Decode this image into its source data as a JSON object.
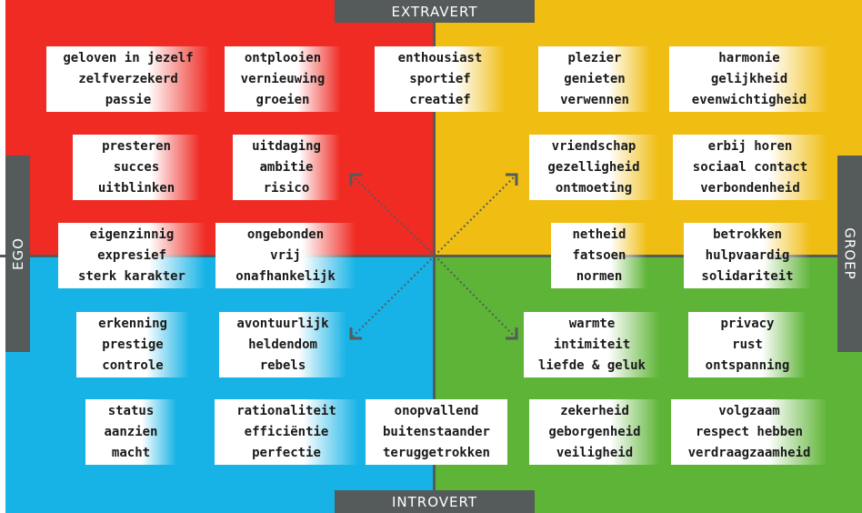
{
  "axes": {
    "top": "EXTRAVERT",
    "bottom": "INTROVERT",
    "left": "EGO",
    "right": "GROEP"
  },
  "colors": {
    "red": "#ef2b24",
    "yellow": "#f0bd12",
    "blue": "#17b3e6",
    "green": "#5db436",
    "axis": "#555a5a"
  },
  "cards": {
    "c1": [
      "geloven in jezelf",
      "zelfverzekerd",
      "passie"
    ],
    "c2": [
      "ontplooien",
      "vernieuwing",
      "groeien"
    ],
    "c3": [
      "enthousiast",
      "sportief",
      "creatief"
    ],
    "c4": [
      "plezier",
      "genieten",
      "verwennen"
    ],
    "c5": [
      "harmonie",
      "gelijkheid",
      "evenwichtigheid"
    ],
    "c6": [
      "presteren",
      "succes",
      "uitblinken"
    ],
    "c7": [
      "uitdaging",
      "ambitie",
      "risico"
    ],
    "c8": [
      "vriendschap",
      "gezelligheid",
      "ontmoeting"
    ],
    "c9": [
      "erbij horen",
      "sociaal contact",
      "verbondenheid"
    ],
    "c10": [
      "eigenzinnig",
      "expresief",
      "sterk karakter"
    ],
    "c11": [
      "ongebonden",
      "vrij",
      "onafhankelijk"
    ],
    "c12": [
      "netheid",
      "fatsoen",
      "normen"
    ],
    "c13": [
      "betrokken",
      "hulpvaardig",
      "solidariteit"
    ],
    "c14": [
      "erkenning",
      "prestige",
      "controle"
    ],
    "c15": [
      "avontuurlijk",
      "heldendom",
      "rebels"
    ],
    "c16": [
      "warmte",
      "intimiteit",
      "liefde & geluk"
    ],
    "c17": [
      "privacy",
      "rust",
      "ontspanning"
    ],
    "c18": [
      "status",
      "aanzien",
      "macht"
    ],
    "c19": [
      "rationaliteit",
      "efficiëntie",
      "perfectie"
    ],
    "c20": [
      "onopvallend",
      "buitenstaander",
      "teruggetrokken"
    ],
    "c21": [
      "zekerheid",
      "geborgenheid",
      "veiligheid"
    ],
    "c22": [
      "volgzaam",
      "respect hebben",
      "verdraagzaamheid"
    ]
  }
}
